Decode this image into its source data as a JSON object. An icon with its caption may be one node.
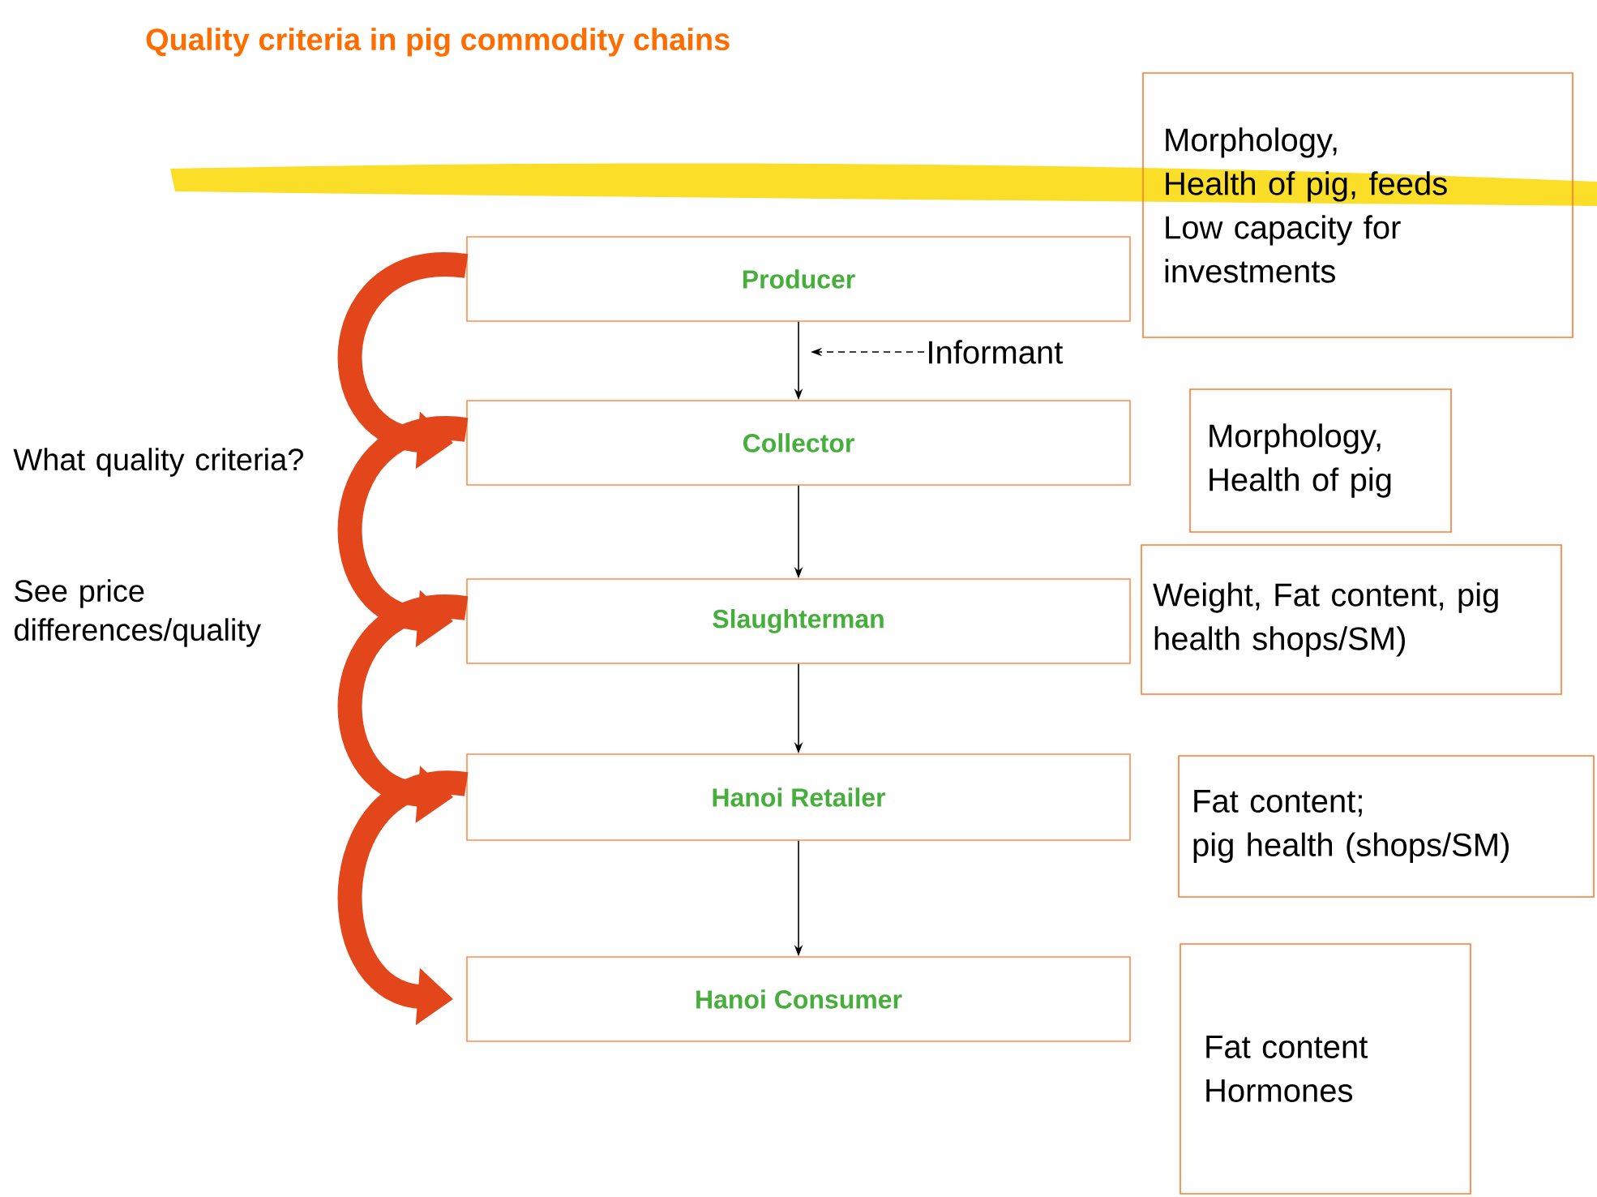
{
  "diagram": {
    "title": "Quality criteria in pig commodity chains",
    "nodes": [
      {
        "text": [
          "Producer"
        ]
      },
      {
        "text": [
          "Collector"
        ]
      },
      {
        "text": [
          "Slaughterman"
        ]
      },
      {
        "text": [
          "Hanoi Retailer"
        ]
      },
      {
        "text": [
          "Hanoi Consumer"
        ]
      },
      {
        "text": [
          "Morphology,",
          "Health of pig, feeds",
          "Low capacity for investments"
        ]
      },
      {
        "text": [
          "Morphology, Health of pig"
        ]
      },
      {
        "text": [
          "Weight, Fat content, pig health shops/SM)"
        ]
      },
      {
        "text": [
          "Fat content;",
          "pig health (shops/SM)"
        ]
      },
      {
        "text": [
          "Fat content",
          "Hormones"
        ]
      },
      {
        "text": [
          "Informant"
        ]
      }
    ],
    "edges": [
      {
        "from": 0,
        "to": 1,
        "arrow": "to"
      },
      {
        "from": 1,
        "to": 2,
        "arrow": "to"
      },
      {
        "from": 2,
        "to": 3,
        "arrow": "to"
      },
      {
        "from": 3,
        "to": 4,
        "arrow": "to"
      },
      {
        "from": 0,
        "to": 1,
        "arrow": "to",
        "style": "thick",
        "color": "#e4461c"
      },
      {
        "from": 1,
        "to": 2,
        "arrow": "to",
        "style": "thick",
        "color": "#e4461c"
      },
      {
        "from": 2,
        "to": 3,
        "arrow": "to",
        "style": "thick",
        "color": "#e4461c"
      },
      {
        "from": 3,
        "to": 4,
        "arrow": "to",
        "style": "thick",
        "color": "#e4461c"
      },
      {
        "from": 10,
        "to": null,
        "arrow": "to",
        "style": "dashed"
      }
    ],
    "labels": [
      "What quality criteria?",
      "See price differences/quality"
    ]
  }
}
